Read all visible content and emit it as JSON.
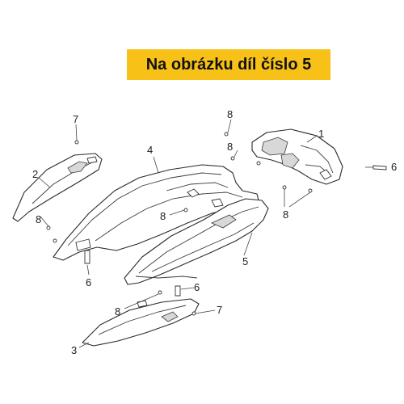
{
  "banner": {
    "text": "Na obrázku díl číslo 5",
    "background": "#f7c117"
  },
  "callouts": [
    {
      "id": "c7a",
      "text": "7"
    },
    {
      "id": "c2",
      "text": "2"
    },
    {
      "id": "c4",
      "text": "4"
    },
    {
      "id": "c8a",
      "text": "8"
    },
    {
      "id": "c8b",
      "text": "8"
    },
    {
      "id": "c1",
      "text": "1"
    },
    {
      "id": "c6a",
      "text": "6"
    },
    {
      "id": "c8c",
      "text": "8"
    },
    {
      "id": "c8d",
      "text": "8"
    },
    {
      "id": "c8e",
      "text": "8"
    },
    {
      "id": "c6b",
      "text": "6"
    },
    {
      "id": "c5",
      "text": "5"
    },
    {
      "id": "c6c",
      "text": "6"
    },
    {
      "id": "c8f",
      "text": "8"
    },
    {
      "id": "c7b",
      "text": "7"
    },
    {
      "id": "c3",
      "text": "3"
    }
  ]
}
